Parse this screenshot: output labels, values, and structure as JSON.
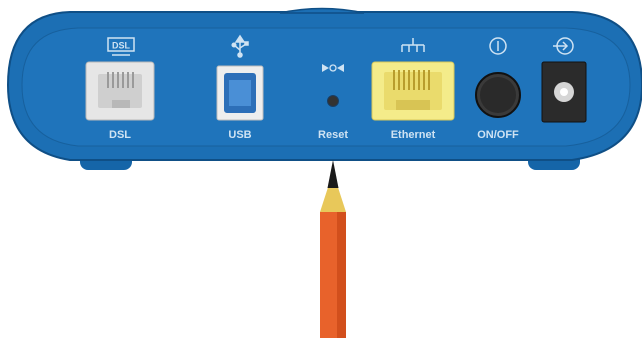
{
  "device": {
    "body_color": "#1c6fb4",
    "body_shadow": "#0f4f86",
    "label_color": "#cfe3f3"
  },
  "ports": [
    {
      "label": "DSL",
      "icon": "dsl-icon"
    },
    {
      "label": "USB",
      "icon": "usb-icon"
    },
    {
      "label": "Reset",
      "icon": "reset-icon"
    },
    {
      "label": "Ethernet",
      "icon": "network-icon"
    },
    {
      "label": "ON/OFF",
      "icon": "power-icon"
    },
    {
      "label": "",
      "icon": "power-input-icon"
    }
  ],
  "icon_text": {
    "dsl": "DSL"
  },
  "pencil": {
    "body_color": "#e8622b",
    "wood_color": "#e8c85a",
    "tip_color": "#1a1a1a"
  }
}
